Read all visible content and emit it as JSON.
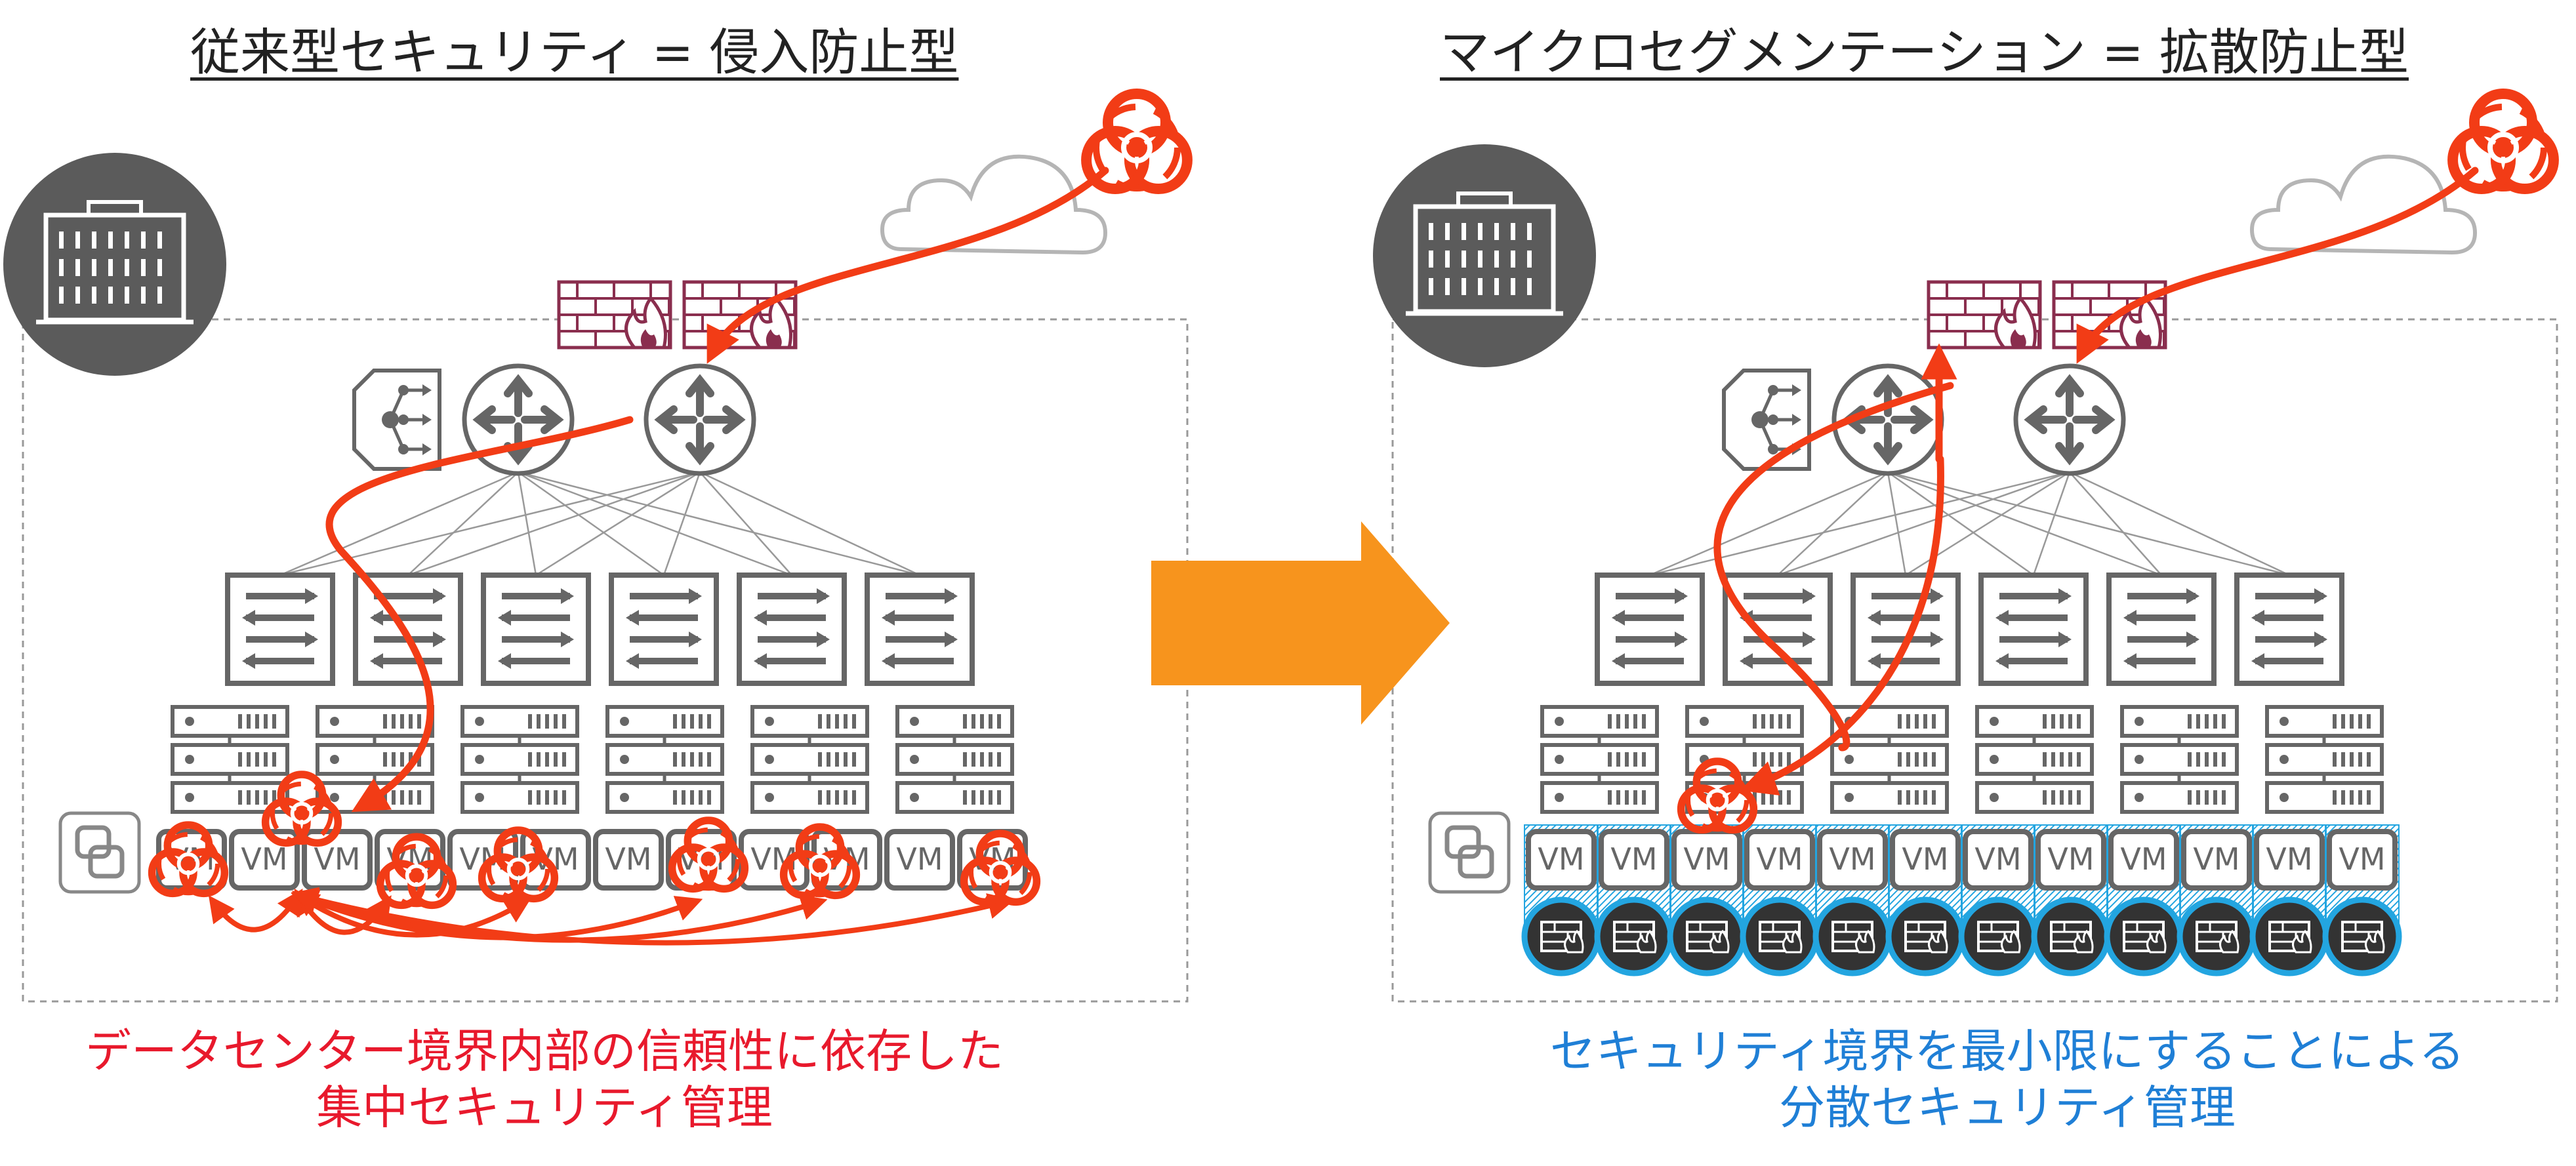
{
  "left_panel": {
    "title": "従来型セキュリティ = 侵入防止型",
    "caption_line1": "データセンター境界内部の信頼性に依存した",
    "caption_line2": "集中セキュリティ管理"
  },
  "right_panel": {
    "title": "マイクロセグメンテーション = 拡散防止型",
    "caption_line1": "セキュリティ境界を最小限にすることによる",
    "caption_line2": "分散セキュリティ管理"
  },
  "vm_label": "VM",
  "icons": {
    "building": "building-icon",
    "cloud": "cloud-icon",
    "biohazard": "biohazard-icon",
    "firewall": "firewall-icon",
    "router": "router-icon",
    "load_balancer": "load-balancer-icon",
    "switch": "switch-icon",
    "server": "server-icon",
    "hypervisor": "hypervisor-icon",
    "arrow": "arrow-right-icon",
    "distributed_firewall": "distributed-firewall-icon"
  },
  "colors": {
    "threat": "#f23c16",
    "arrow": "#f7941d",
    "gray": "#5a5a5a",
    "firewall": "#8a2e4e",
    "caption_left": "#e8192c",
    "caption_right": "#1f7fd6",
    "dfw_blue": "#23a5e0"
  }
}
